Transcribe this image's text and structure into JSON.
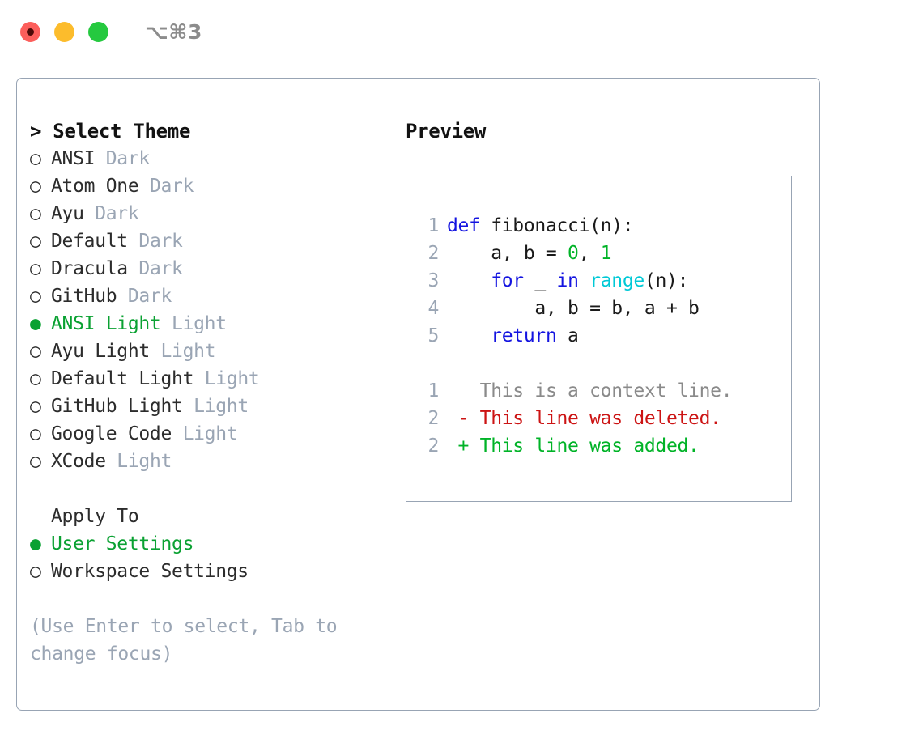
{
  "window": {
    "shortcut": "⌥⌘3",
    "traffic_lights": [
      "close-button",
      "minimize-button",
      "zoom-button"
    ],
    "colors": {
      "red": "#fc5e5b",
      "amber": "#fcbc2c",
      "green": "#25c93f",
      "accent_green": "#0aa132",
      "muted": "#9aa5b4",
      "border": "#98a4b4",
      "keyword_blue": "#1414e0",
      "function_cyan": "#00c9d6",
      "number_green": "#00b327",
      "diff_del_red": "#cc1414",
      "diff_add_green": "#00b327"
    }
  },
  "theme_selector": {
    "heading": "> Select Theme",
    "options": [
      {
        "bullet": "○",
        "label": "ANSI",
        "suffix": "Dark",
        "selected": false
      },
      {
        "bullet": "○",
        "label": "Atom One",
        "suffix": "Dark",
        "selected": false
      },
      {
        "bullet": "○",
        "label": "Ayu",
        "suffix": "Dark",
        "selected": false
      },
      {
        "bullet": "○",
        "label": "Default",
        "suffix": "Dark",
        "selected": false
      },
      {
        "bullet": "○",
        "label": "Dracula",
        "suffix": "Dark",
        "selected": false
      },
      {
        "bullet": "○",
        "label": "GitHub",
        "suffix": "Dark",
        "selected": false
      },
      {
        "bullet": "●",
        "label": "ANSI Light",
        "suffix": "Light",
        "selected": true
      },
      {
        "bullet": "○",
        "label": "Ayu Light",
        "suffix": "Light",
        "selected": false
      },
      {
        "bullet": "○",
        "label": "Default Light",
        "suffix": "Light",
        "selected": false
      },
      {
        "bullet": "○",
        "label": "GitHub Light",
        "suffix": "Light",
        "selected": false
      },
      {
        "bullet": "○",
        "label": "Google Code",
        "suffix": "Light",
        "selected": false
      },
      {
        "bullet": "○",
        "label": "XCode",
        "suffix": "Light",
        "selected": false
      }
    ]
  },
  "apply_to": {
    "heading": "Apply To",
    "options": [
      {
        "bullet": "●",
        "label": "User Settings",
        "selected": true
      },
      {
        "bullet": "○",
        "label": "Workspace Settings",
        "selected": false
      }
    ]
  },
  "hint": "(Use Enter to select, Tab to change focus)",
  "preview": {
    "heading": "Preview",
    "code_lines": [
      {
        "number": "1",
        "tokens": [
          {
            "t": "def",
            "c": "kw"
          },
          {
            "t": " fibonacci(n):",
            "c": "txt"
          }
        ]
      },
      {
        "number": "2",
        "tokens": [
          {
            "t": "    a, b = ",
            "c": "txt"
          },
          {
            "t": "0",
            "c": "num"
          },
          {
            "t": ", ",
            "c": "txt"
          },
          {
            "t": "1",
            "c": "num"
          }
        ]
      },
      {
        "number": "3",
        "tokens": [
          {
            "t": "    ",
            "c": "txt"
          },
          {
            "t": "for",
            "c": "kw"
          },
          {
            "t": " _ ",
            "c": "txt"
          },
          {
            "t": "in",
            "c": "kw"
          },
          {
            "t": " ",
            "c": "txt"
          },
          {
            "t": "range",
            "c": "fn"
          },
          {
            "t": "(n):",
            "c": "txt"
          }
        ]
      },
      {
        "number": "4",
        "tokens": [
          {
            "t": "        a, b = b, a + b",
            "c": "txt"
          }
        ]
      },
      {
        "number": "5",
        "tokens": [
          {
            "t": "    ",
            "c": "txt"
          },
          {
            "t": "return",
            "c": "kw"
          },
          {
            "t": " a",
            "c": "txt"
          }
        ]
      }
    ],
    "diff_lines": [
      {
        "number": "1",
        "marker": "  ",
        "text": "This is a context line.",
        "kind": "ctx"
      },
      {
        "number": "2",
        "marker": "- ",
        "text": "This line was deleted.",
        "kind": "del"
      },
      {
        "number": "2",
        "marker": "+ ",
        "text": "This line was added.",
        "kind": "add"
      }
    ]
  }
}
